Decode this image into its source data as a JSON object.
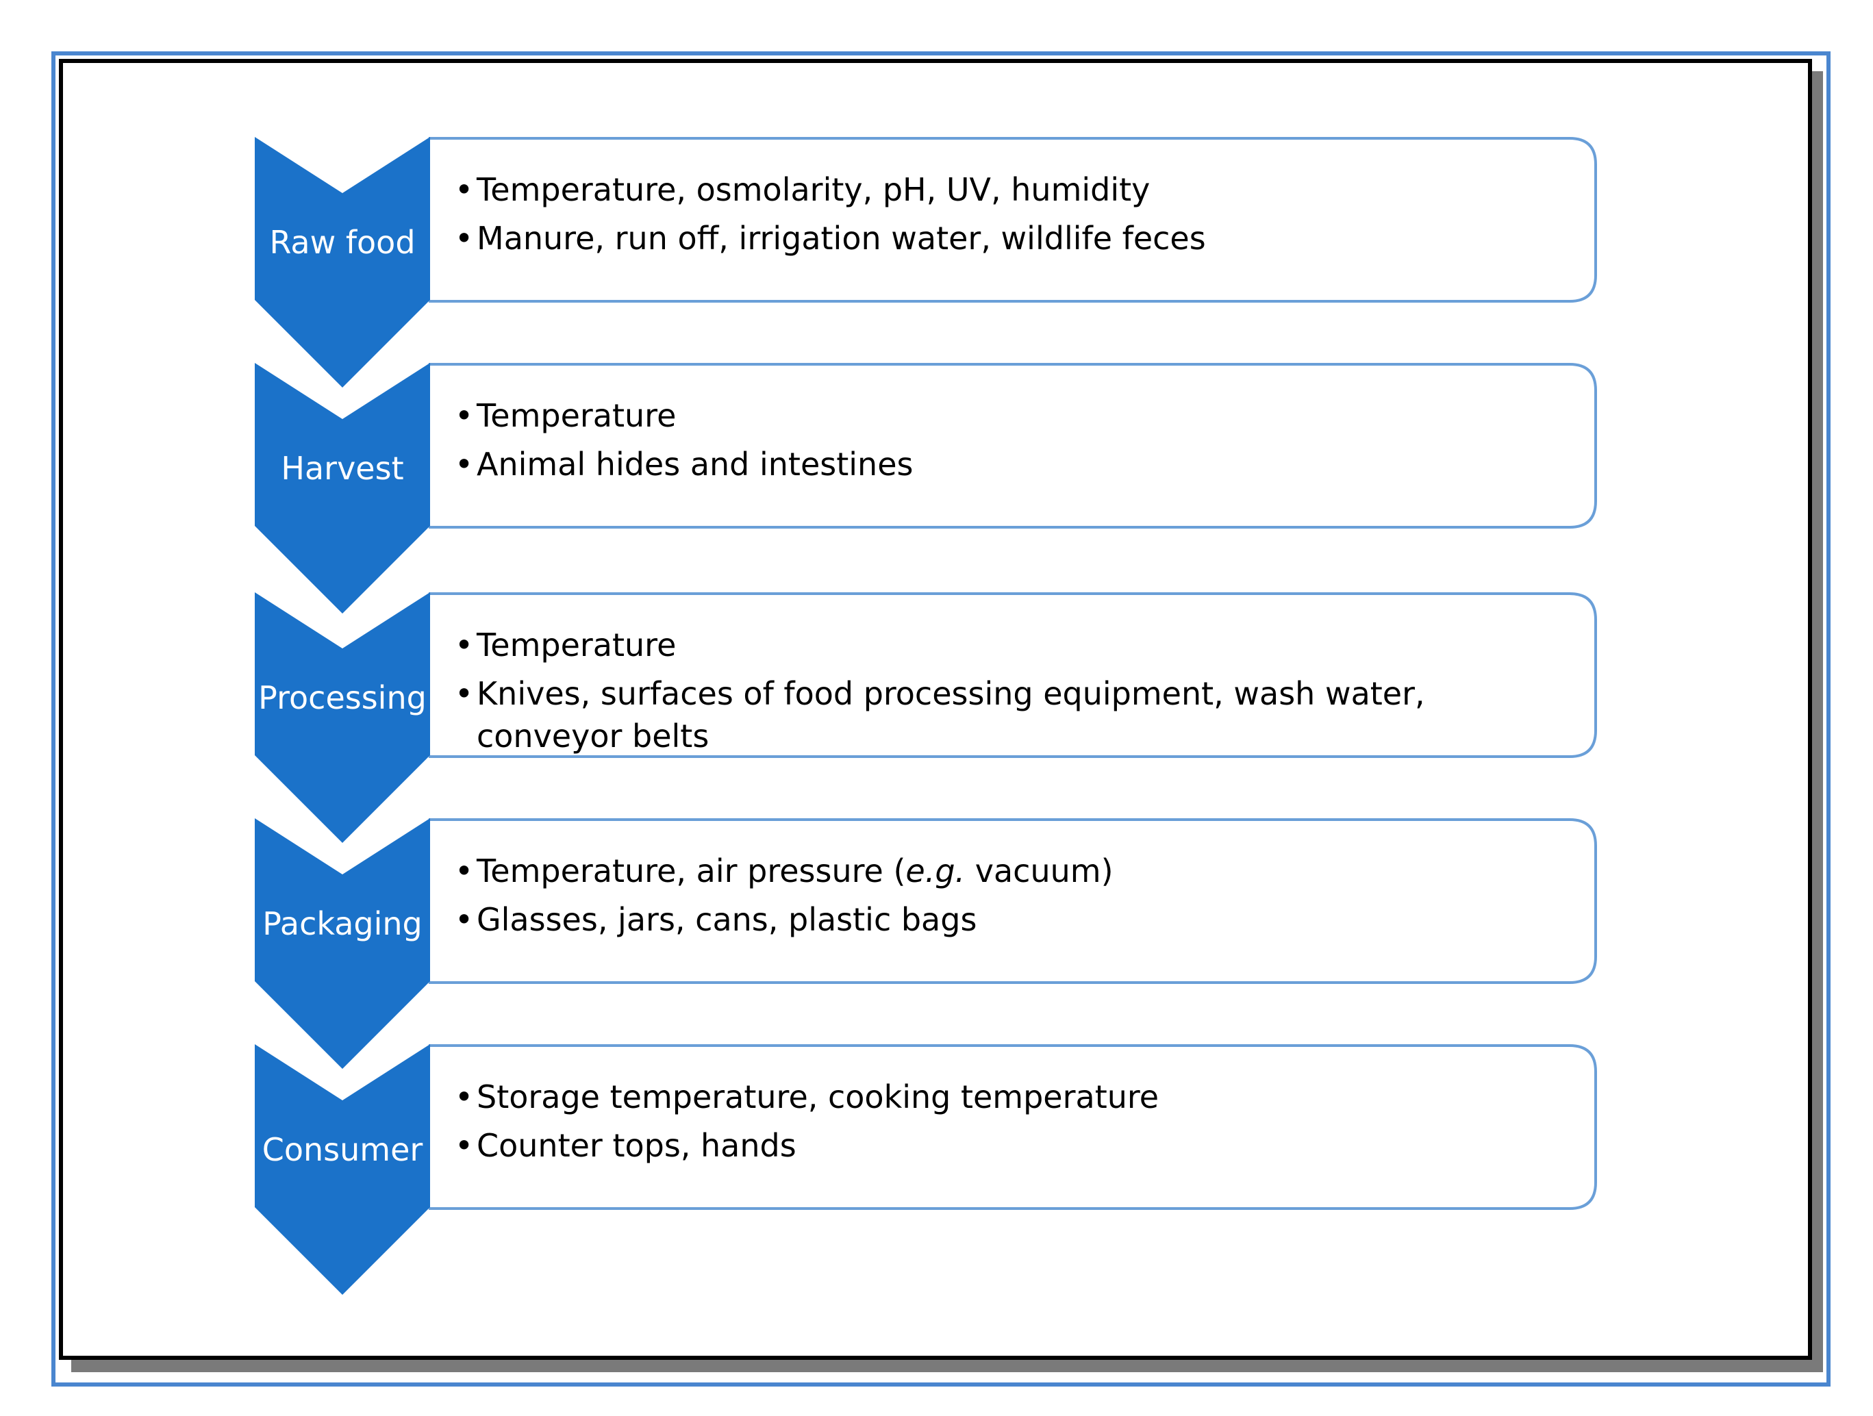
{
  "colors": {
    "chevron": "#1b72c9",
    "box_border": "#6a9fd8",
    "outer_frame": "#4a86cf",
    "inner_frame": "#000000"
  },
  "stages": [
    {
      "label": "Raw food",
      "bullets": [
        "Temperature, osmolarity, pH, UV, humidity",
        "Manure, run off, irrigation water, wildlife feces"
      ]
    },
    {
      "label": "Harvest",
      "bullets": [
        "Temperature",
        "Animal hides and intestines"
      ]
    },
    {
      "label": "Processing",
      "bullets": [
        "Temperature",
        "Knives, surfaces of food processing equipment, wash water, conveyor belts"
      ]
    },
    {
      "label": "Packaging",
      "bullets": [
        "Temperature, air pressure (e.g. vacuum)",
        "Glasses, jars, cans, plastic bags"
      ]
    },
    {
      "label": "Consumer",
      "bullets": [
        "Storage temperature, cooking temperature",
        "Counter tops, hands"
      ]
    }
  ],
  "bullet_symbol": "•"
}
